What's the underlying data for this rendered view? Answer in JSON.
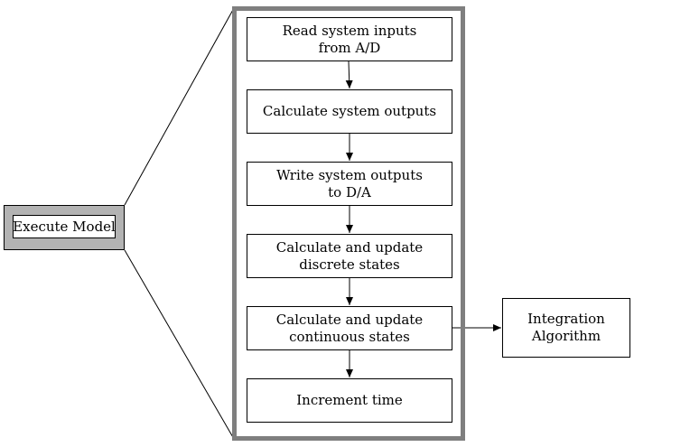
{
  "execute_model": {
    "label": "Execute Model"
  },
  "steps": [
    {
      "line1": "Read system inputs",
      "line2": "from A/D"
    },
    {
      "line1": "Calculate system outputs",
      "line2": ""
    },
    {
      "line1": "Write system outputs",
      "line2": "to D/A"
    },
    {
      "line1": "Calculate and update",
      "line2": "discrete states"
    },
    {
      "line1": "Calculate and update",
      "line2": "continuous states"
    },
    {
      "line1": "Increment time",
      "line2": ""
    }
  ],
  "integration": {
    "line1": "Integration",
    "line2": "Algorithm"
  },
  "colors": {
    "frame": "#7f7f7f",
    "execute_model_fill": "#b3b3b3",
    "line": "#000000"
  }
}
